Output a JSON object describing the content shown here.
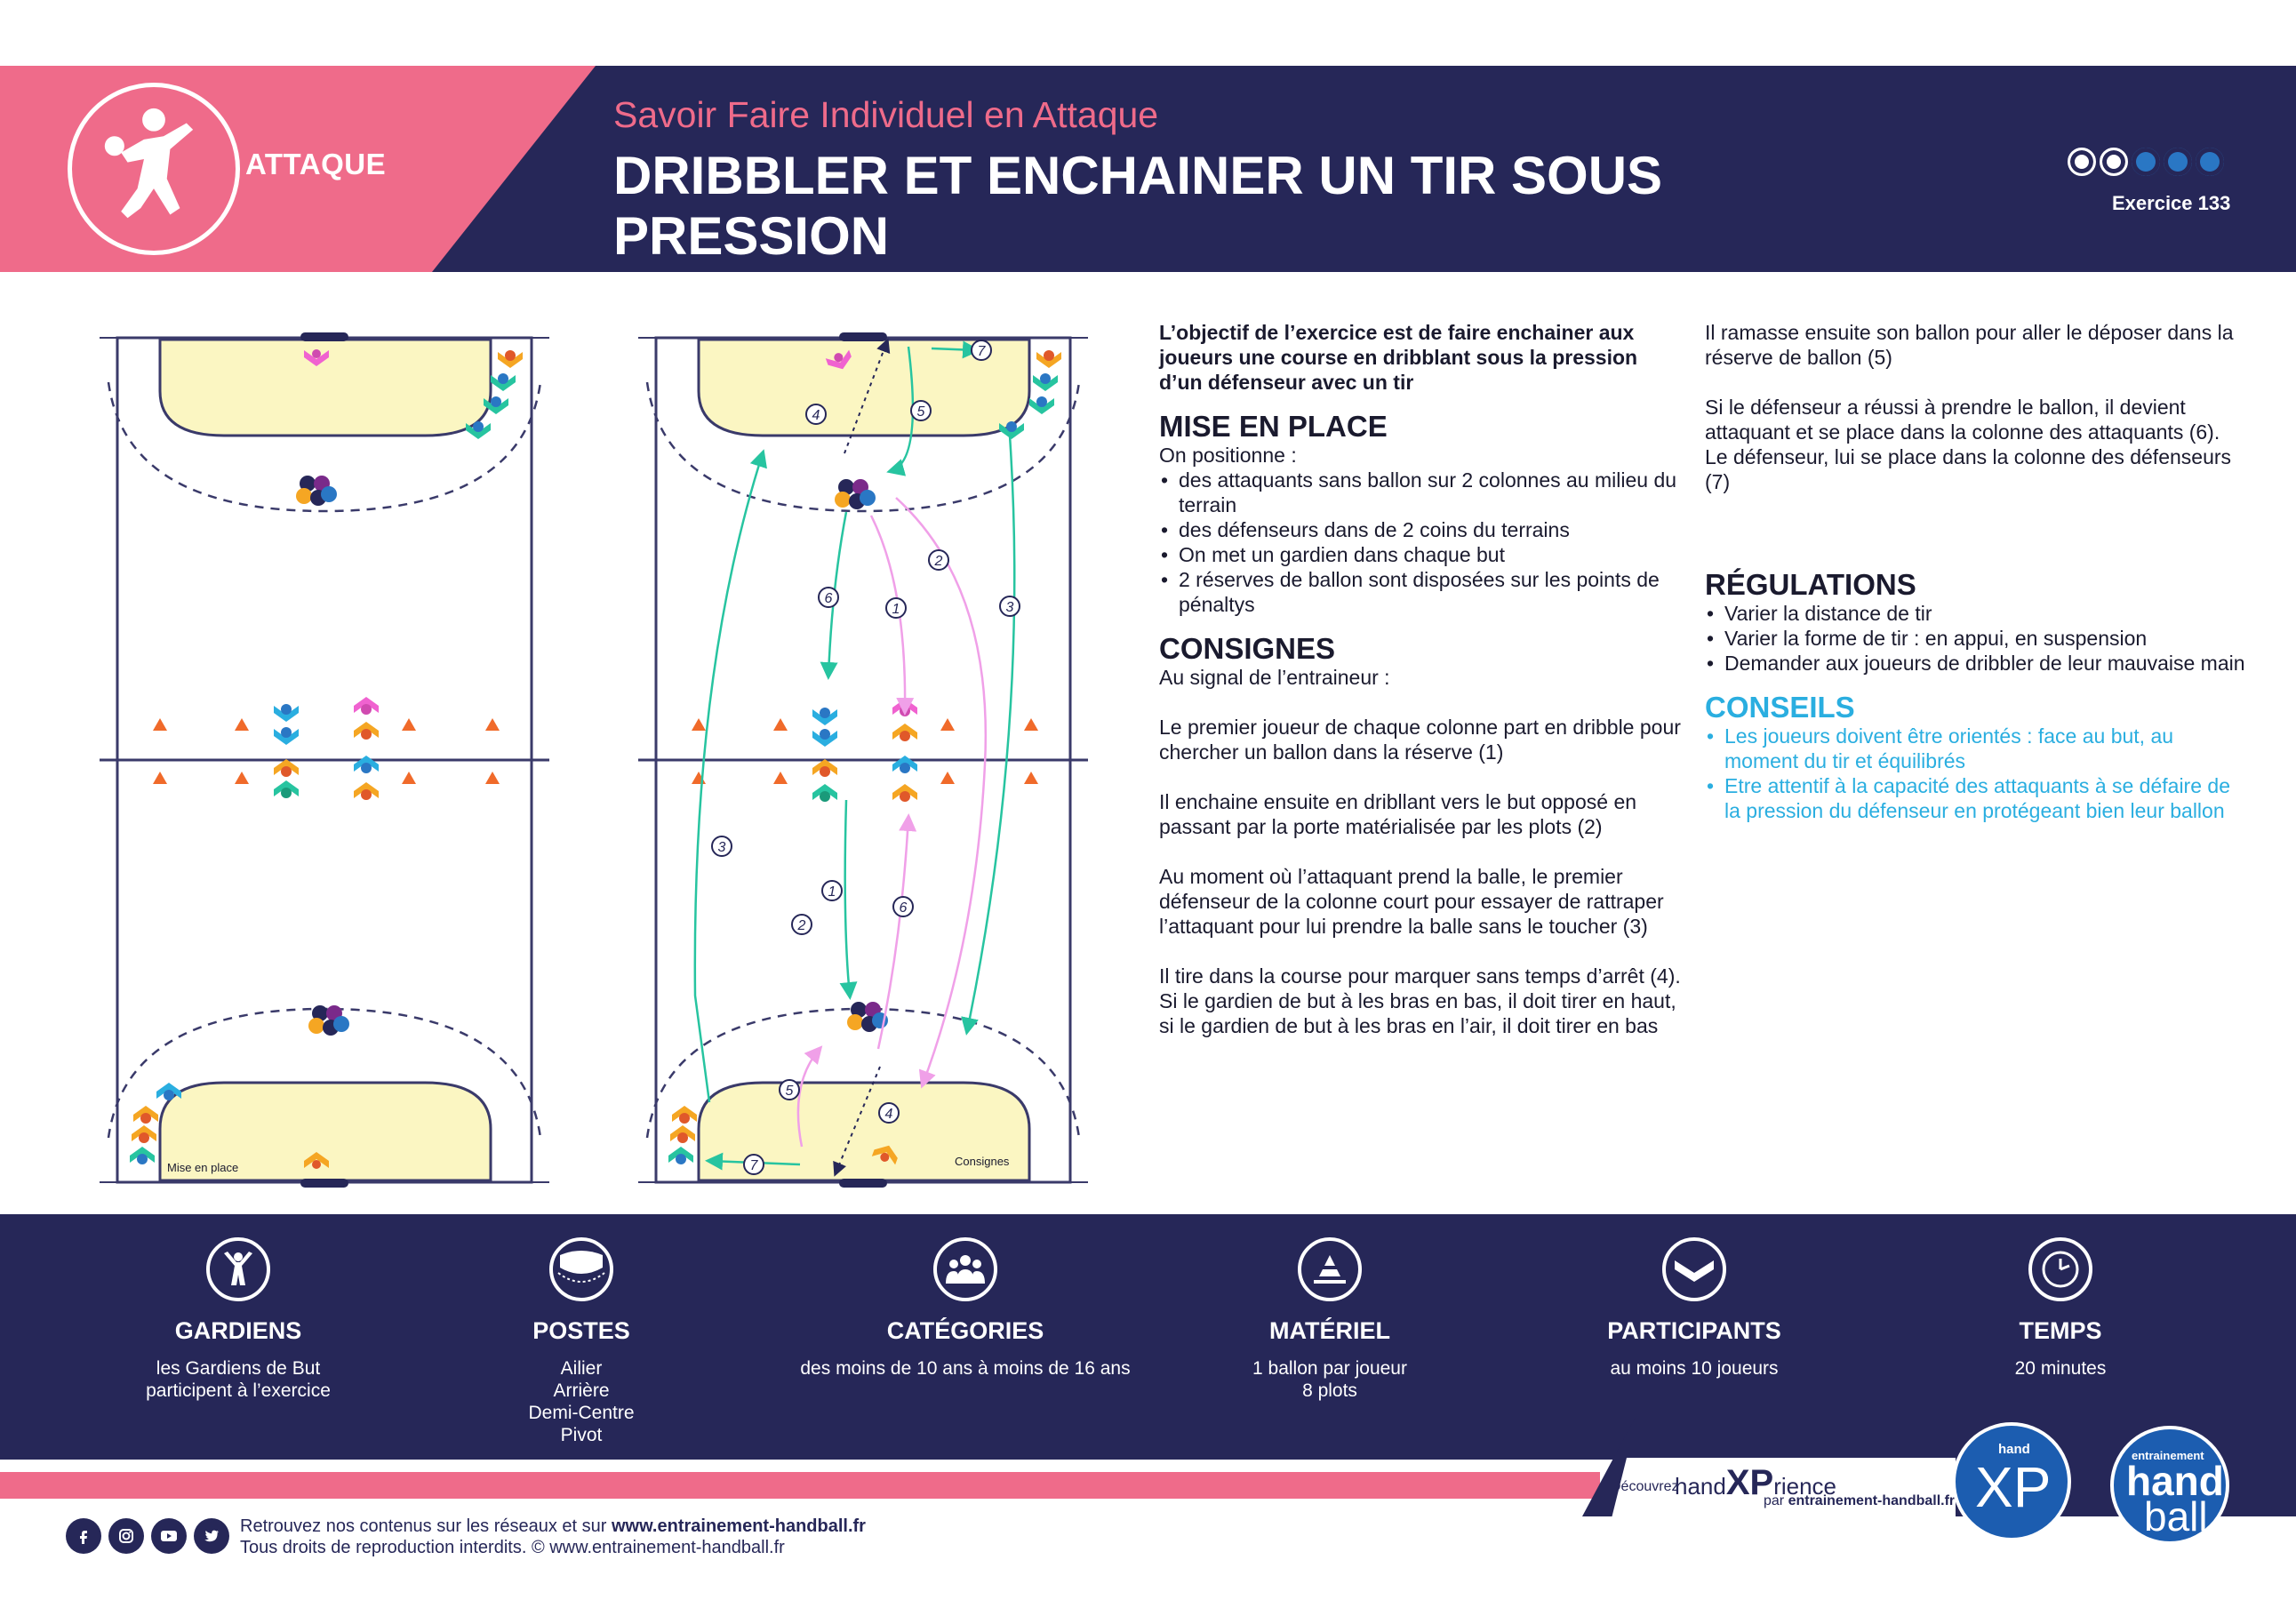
{
  "header": {
    "category": "ATTAQUE",
    "subtitle": "Savoir Faire Individuel en Attaque",
    "title": "DRIBBLER ET ENCHAINER UN TIR SOUS PRESSION",
    "exercise": "Exercice 133",
    "difficulty": {
      "level": 2,
      "max": 5
    },
    "colors": {
      "pink": "#ef6b8a",
      "navy": "#262758",
      "blue": "#2aaee0"
    }
  },
  "diagrams": {
    "left_label": "Mise en place",
    "right_label": "Consignes",
    "step_labels": [
      "1",
      "2",
      "3",
      "4",
      "5",
      "6",
      "7"
    ]
  },
  "content": {
    "intro": "L’objectif de l’exercice est de faire enchainer aux joueurs une course en dribblant sous la pression d’un défenseur avec un tir",
    "mise_en_place": {
      "title": "MISE EN PLACE",
      "lead": "On positionne :",
      "items": [
        "des attaquants sans ballon sur 2 colonnes au milieu du terrain",
        "des défenseurs dans de 2 coins du terrains",
        "On met un gardien dans chaque but",
        "2 réserves de ballon sont disposées sur les points de pénaltys"
      ]
    },
    "consignes": {
      "title": "CONSIGNES",
      "lead": "Au signal de l’entraineur :",
      "paragraphs": [
        "Le premier joueur de chaque colonne part en dribble pour chercher un ballon dans la réserve (1)",
        "Il enchaine ensuite en dribllant vers le but opposé en passant par la porte matérialisée par les plots (2)",
        "Au moment où l’attaquant prend la balle, le premier défenseur de la colonne court pour essayer de rattraper l’attaquant pour lui prendre la balle sans le toucher (3)",
        "Il tire dans la course pour marquer sans temps d’arrêt (4). Si le  gardien de but à les bras en bas, il doit tirer en haut, si le gardien de but à les bras en l’air, il doit tirer en bas",
        "Il ramasse ensuite son ballon pour aller le déposer dans la réserve de ballon (5)",
        "Si le défenseur a réussi à prendre le ballon, il devient attaquant et se place dans la colonne des attaquants (6). Le défenseur, lui se place dans la colonne des défenseurs (7)"
      ]
    },
    "regulations": {
      "title": "RÉGULATIONS",
      "items": [
        "Varier la distance de tir",
        "Varier la forme de tir : en appui, en suspension",
        "Demander aux joueurs de dribbler de leur mauvaise main"
      ]
    },
    "conseils": {
      "title": "CONSEILS",
      "items": [
        "Les joueurs doivent être orientés : face au but, au moment du tir et équilibrés",
        "Etre attentif à la capacité des attaquants à se défaire de la pression du défenseur en protégeant bien leur ballon"
      ]
    }
  },
  "info": [
    {
      "icon": "goalkeeper-icon",
      "label": "GARDIENS",
      "value": "les Gardiens de But\nparticipent à l’exercice"
    },
    {
      "icon": "court-icon",
      "label": "POSTES",
      "value": "Ailier\nArrière\nDemi-Centre\nPivot"
    },
    {
      "icon": "group-icon",
      "label": "CATÉGORIES",
      "value": "des moins de 10 ans à moins de 16 ans"
    },
    {
      "icon": "cone-icon",
      "label": "MATÉRIEL",
      "value": "1 ballon par joueur\n8 plots"
    },
    {
      "icon": "participants-icon",
      "label": "PARTICIPANTS",
      "value": "au moins 10 joueurs"
    },
    {
      "icon": "clock-icon",
      "label": "TEMPS",
      "value": "20 minutes"
    }
  ],
  "footer": {
    "decouvrez": "Découvrez",
    "hand": "hand",
    "xp": "XP",
    "rience": "rience",
    "par": "par",
    "site_bold": "entrainement-handball.fr",
    "xp_logo_small": "hand",
    "xp_logo_big": "XP",
    "hb_logo_small": "entrainement",
    "hb_logo_hand": "hand",
    "hb_logo_ball": "ball",
    "line1_prefix": "Retrouvez nos contenus sur les réseaux et sur ",
    "line1_link": "www.entrainement-handball.fr",
    "line2": "Tous droits de reproduction interdits. © www.entrainement-handball.fr",
    "socials": [
      "facebook-icon",
      "instagram-icon",
      "youtube-icon",
      "twitter-icon"
    ]
  }
}
